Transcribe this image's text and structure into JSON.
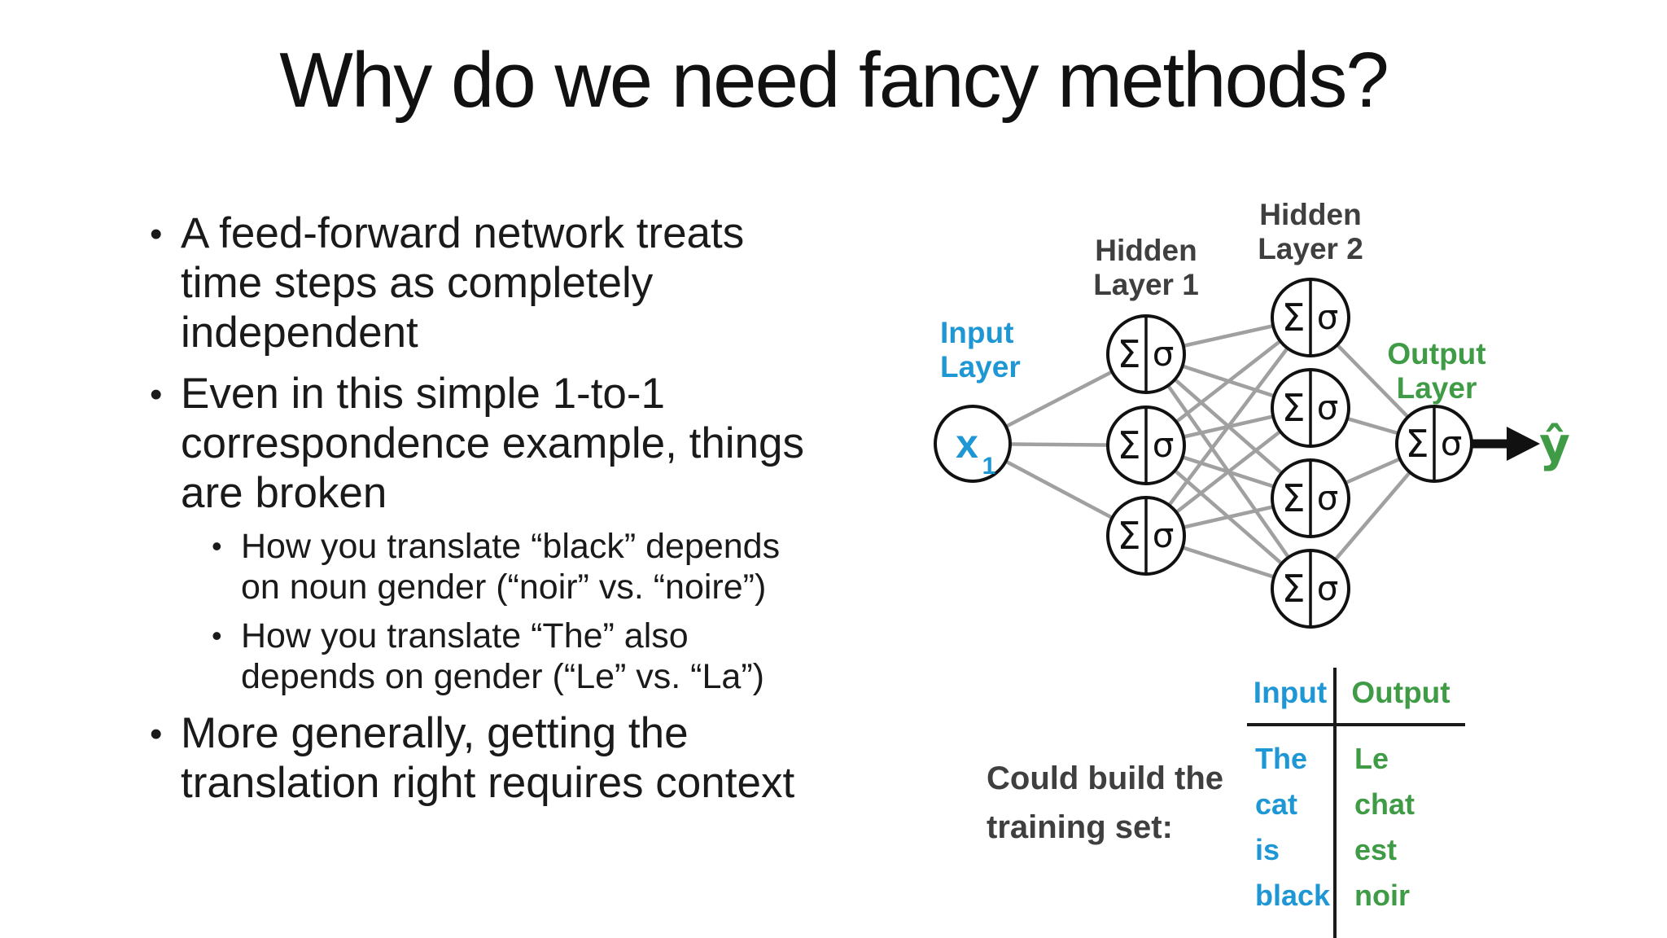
{
  "slide_title": "Why do we need fancy methods?",
  "bullets": [
    {
      "lines": [
        "A feed-forward network treats",
        "time steps as completely",
        "independent"
      ]
    },
    {
      "lines": [
        "Even in this simple 1-to-1",
        "correspondence example, things",
        "are broken"
      ]
    },
    {
      "lines": [
        "How you translate “black” depends",
        "on noun gender (“noir” vs. “noire”)"
      ]
    },
    {
      "lines": [
        "How you translate “The” also",
        "depends on gender (“Le” vs. “La”)"
      ]
    },
    {
      "lines": [
        "More generally, getting the",
        "translation right requires context"
      ]
    }
  ],
  "network": {
    "labels": {
      "input": [
        "Input",
        "Layer"
      ],
      "hidden1": [
        "Hidden",
        "Layer 1"
      ],
      "hidden2": [
        "Hidden",
        "Layer 2"
      ],
      "output": [
        "Output",
        "Layer"
      ]
    },
    "node_symbols": {
      "sum": "Σ",
      "activation": "σ"
    },
    "input_node": {
      "symbol": "x",
      "subscript": "1"
    },
    "prediction_symbol": "ŷ",
    "layer_sizes": {
      "input": 1,
      "hidden1": 3,
      "hidden2": 4,
      "output": 1
    },
    "colors": {
      "input_accent": "#1F97D4",
      "output_accent": "#3F9B45",
      "edge": "#A0A0A0",
      "layer_label": "#3F3F3F",
      "node_stroke": "#111111"
    }
  },
  "training_set": {
    "caption": [
      "Could build the",
      "training set:"
    ],
    "columns": [
      {
        "header": "Input",
        "words": [
          "The",
          "cat",
          "is",
          "black"
        ]
      },
      {
        "header": "Output",
        "words": [
          "Le",
          "chat",
          "est",
          "noir"
        ]
      }
    ]
  }
}
